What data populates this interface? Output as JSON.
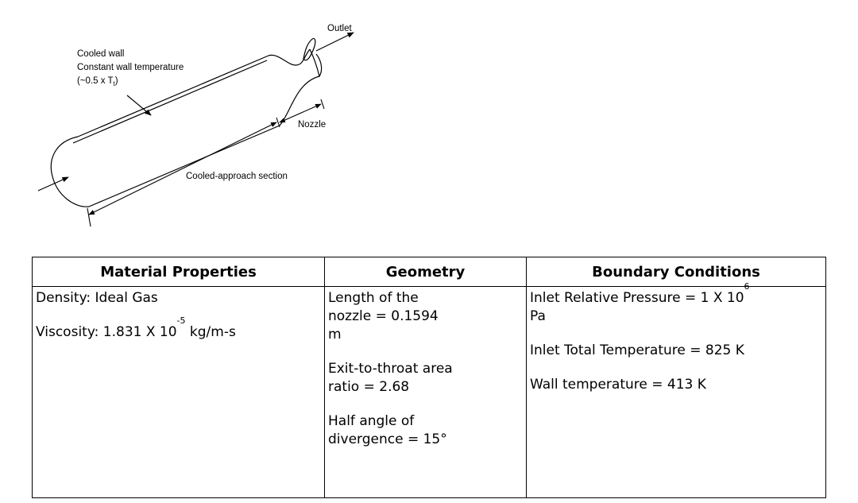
{
  "diagram": {
    "label_cooled_wall": "Cooled wall",
    "label_constant_wall_temp": "Constant wall temperature",
    "label_wall_temp_ratio_prefix": "(~0.5 x T",
    "label_wall_temp_ratio_sub": "t",
    "label_wall_temp_ratio_suffix": ")",
    "label_outlet": "Outlet",
    "label_nozzle": "Nozzle",
    "label_cooled_approach": "Cooled-approach section"
  },
  "table": {
    "headers": [
      "Material Properties",
      "Geometry",
      "Boundary Conditions"
    ],
    "material": {
      "density": "Density: Ideal Gas",
      "viscosity_prefix": "Viscosity: 1.831 X 10",
      "viscosity_exp": "-5",
      "viscosity_unit": " kg/m-s"
    },
    "geometry": {
      "length": "Length of the nozzle = 0.1594 m",
      "area_ratio": "Exit-to-throat area ratio = 2.68",
      "half_angle": "Half angle of divergence = 15°"
    },
    "boundary": {
      "inlet_pressure_prefix": "Inlet Relative Pressure = 1 X 10",
      "inlet_pressure_exp": "6",
      "inlet_pressure_unit": " Pa",
      "inlet_temp": "Inlet Total Temperature = 825 K",
      "wall_temp": "Wall temperature = 413 K"
    }
  }
}
